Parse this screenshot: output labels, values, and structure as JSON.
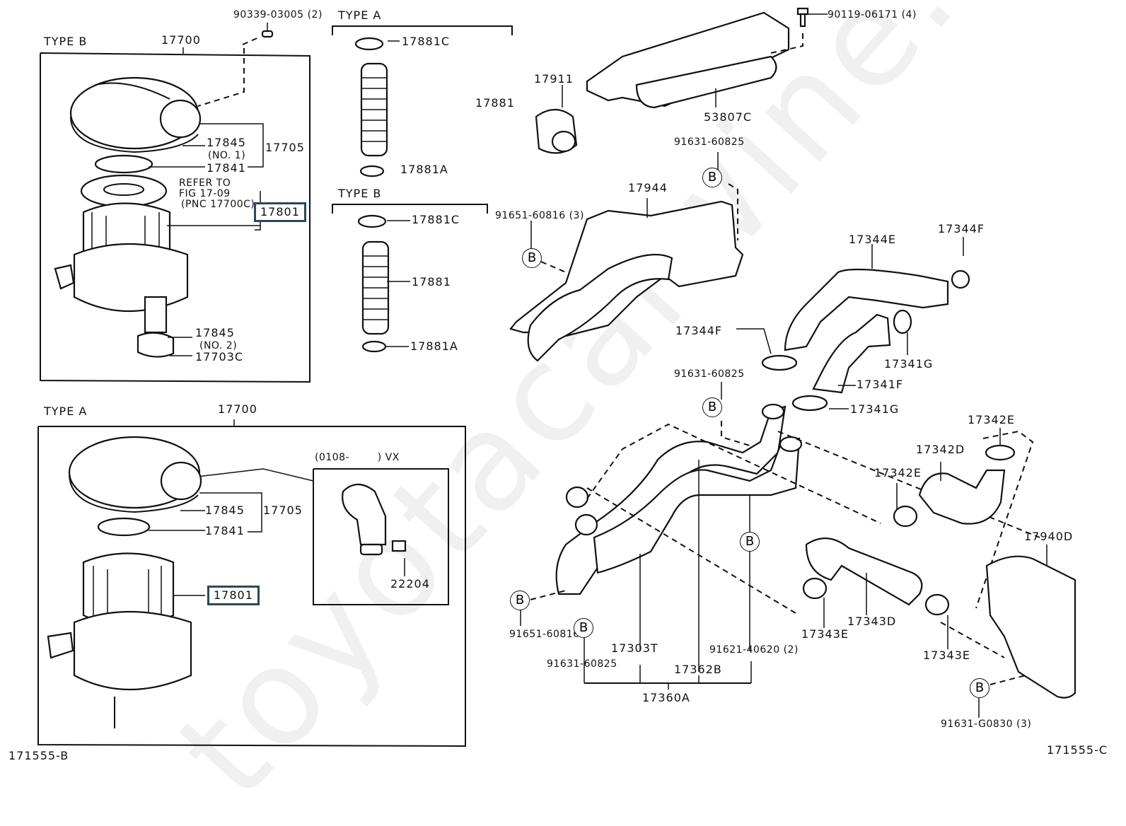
{
  "diagram": {
    "watermark": "toyotacarwine.ru",
    "figure_codes": {
      "left": "171555-B",
      "right": "171555-C"
    },
    "air_cleaner_type_b": {
      "section_label": "TYPE B",
      "assembly": "17700",
      "screw": "90339-03005 (2)",
      "cap_assembly": "17705",
      "seal_top": "17845",
      "seal_top_note": "(NO. 1)",
      "cover": "17841",
      "refer_note": [
        "REFER TO",
        "FIG 17-09",
        "(PNC 17700C)"
      ],
      "element": "17801",
      "seal_bottom": "17845",
      "seal_bottom_note": "(NO. 2)",
      "valve": "17703C"
    },
    "air_cleaner_type_a": {
      "section_label": "TYPE A",
      "assembly": "17700",
      "cap_assembly": "17705",
      "seal": "17845",
      "cover": "17841",
      "element": "17801",
      "inset_label": "(0108-        ) VX",
      "sensor": "22204"
    },
    "hose_type_a": {
      "section_label": "TYPE A",
      "clamp_top": "17881C",
      "hose": "17881",
      "clamp_bottom": "17881A"
    },
    "hose_type_b": {
      "section_label": "TYPE B",
      "clamp_top": "17881C",
      "hose": "17881",
      "clamp_bottom": "17881A"
    },
    "right_parts": {
      "bolt_top": "90119-06171 (4)",
      "duct_top": "53807C",
      "elbow": "17911",
      "bolt_bracket_top": "91631-60825",
      "bracket": "17944",
      "bolt_bracket_left": "91651-60816 (3)",
      "hose_17344e": "17344E",
      "clamp_17344f_top": "17344F",
      "clamp_17344f_left": "17344F",
      "clamp_17341g_top": "17341G",
      "hose_17341f": "17341F",
      "clamp_17341g_bottom": "17341G",
      "bolt_pipe_top": "91631-60825",
      "clamp_17342e_top": "17342E",
      "hose_17342d": "17342D",
      "clamp_17342e_left": "17342E",
      "resonator": "17940D",
      "hose_17343d": "17343D",
      "clamp_17343e_left": "17343E",
      "clamp_17343e_right": "17343E",
      "bolt_resonator": "91631-G0830 (3)",
      "bolt_pipe_left": "91651-60816",
      "bolt_pipe_bottom": "91631-60825",
      "pipe_17303t": "17303T",
      "pipe_17362b": "17362B",
      "bolt_pipe_right": "91621-40620 (2)",
      "pipe_assembly": "17360A"
    },
    "bolt_marker": "B",
    "highlight_color": "#2e4756"
  }
}
